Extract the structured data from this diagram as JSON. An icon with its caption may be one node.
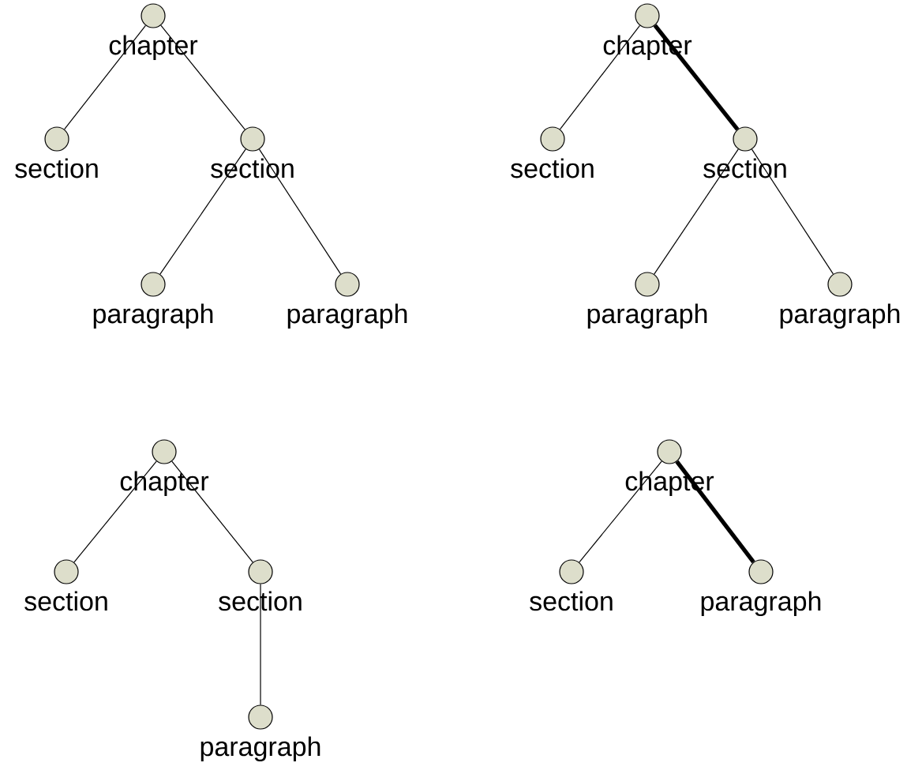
{
  "diagram": {
    "nodes": [
      {
        "text": [
          "chapter"
        ]
      },
      {
        "text": [
          "section"
        ]
      },
      {
        "text": [
          "section"
        ]
      },
      {
        "text": [
          "paragraph"
        ]
      },
      {
        "text": [
          "paragraph"
        ]
      },
      {
        "text": [
          "chapter"
        ]
      },
      {
        "text": [
          "section"
        ]
      },
      {
        "text": [
          "section"
        ]
      },
      {
        "text": [
          "paragraph"
        ]
      },
      {
        "text": [
          "paragraph"
        ]
      },
      {
        "text": [
          "chapter"
        ]
      },
      {
        "text": [
          "section"
        ]
      },
      {
        "text": [
          "section"
        ]
      },
      {
        "text": [
          "paragraph"
        ]
      },
      {
        "text": [
          "chapter"
        ]
      },
      {
        "text": [
          "section"
        ]
      },
      {
        "text": [
          "paragraph"
        ]
      }
    ],
    "edges": [
      {
        "from": 0,
        "to": 1,
        "arrow": "none"
      },
      {
        "from": 0,
        "to": 2,
        "arrow": "none"
      },
      {
        "from": 2,
        "to": 3,
        "arrow": "none"
      },
      {
        "from": 2,
        "to": 4,
        "arrow": "none"
      },
      {
        "from": 5,
        "to": 6,
        "arrow": "none"
      },
      {
        "from": 5,
        "to": 7,
        "arrow": "none",
        "style": "thick"
      },
      {
        "from": 7,
        "to": 8,
        "arrow": "none"
      },
      {
        "from": 7,
        "to": 9,
        "arrow": "none"
      },
      {
        "from": 10,
        "to": 11,
        "arrow": "none"
      },
      {
        "from": 10,
        "to": 12,
        "arrow": "none"
      },
      {
        "from": 12,
        "to": 13,
        "arrow": "none"
      },
      {
        "from": 14,
        "to": 15,
        "arrow": "none"
      },
      {
        "from": 14,
        "to": 16,
        "arrow": "none",
        "style": "thick"
      }
    ]
  }
}
